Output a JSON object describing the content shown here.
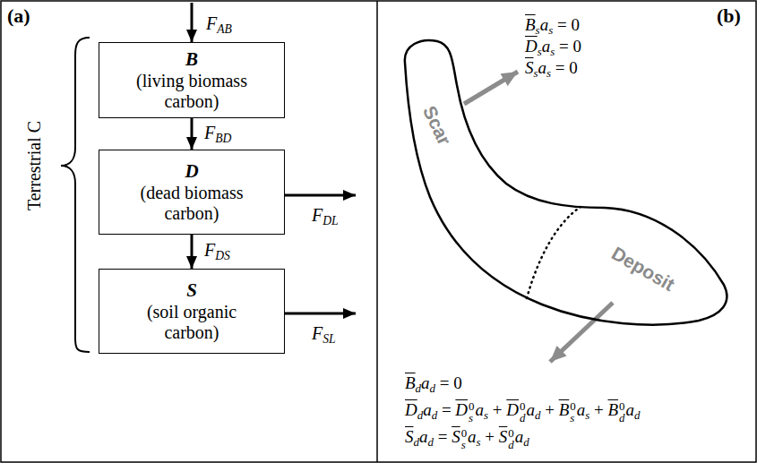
{
  "diagram": {
    "nodes": [
      {
        "text": [
          "B",
          "(living biomass carbon)"
        ]
      },
      {
        "text": [
          "D",
          "(dead biomass carbon)"
        ]
      },
      {
        "text": [
          "S",
          "(soil organic carbon)"
        ]
      },
      {
        "text": [
          "Scar",
          "Deposit"
        ]
      }
    ],
    "edges": [
      {
        "from": 0,
        "to": 1,
        "arrow": "to",
        "label": "FBD"
      },
      {
        "from": 1,
        "to": 2,
        "arrow": "to",
        "label": "FDS"
      }
    ],
    "labels": [
      "(a)",
      "FAB",
      "FDL",
      "FSL",
      "Terrestrial C",
      "(b)",
      "Bsas = 0",
      "Dsas = 0",
      "Ssas = 0",
      "Bdad = 0",
      "Ddad = D0sas + D0dad + B0sas + B0dad",
      "Sdad = S0sas + S0dad"
    ]
  }
}
